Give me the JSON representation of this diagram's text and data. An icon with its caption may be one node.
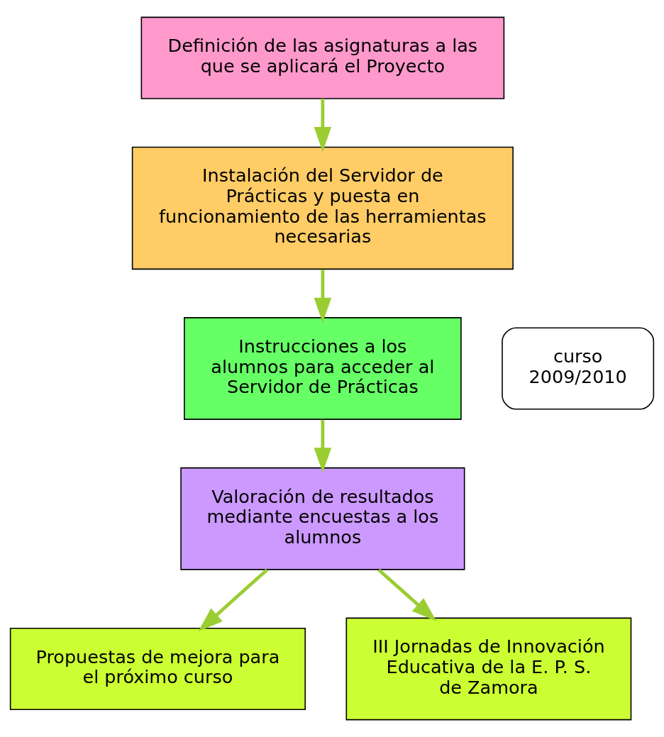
{
  "diagram": {
    "nodes": [
      {
        "text": [
          "Definición de las asignaturas a las que se aplicará el Proyecto"
        ]
      },
      {
        "text": [
          "Instalación del Servidor de Prácticas y puesta en funcionamiento de las herramientas necesarias"
        ]
      },
      {
        "text": [
          "Instrucciones a los alumnos para acceder al Servidor de Prácticas"
        ]
      },
      {
        "text": [
          "curso 2009/2010"
        ]
      },
      {
        "text": [
          "Valoración de resultados mediante encuestas a los alumnos"
        ]
      },
      {
        "text": [
          "Propuestas de mejora para el próximo curso"
        ]
      },
      {
        "text": [
          "III Jornadas de Innovación Educativa de la E. P. S. de Zamora"
        ]
      }
    ],
    "edges": [
      {
        "from": 0,
        "to": 1,
        "arrow": "to"
      },
      {
        "from": 1,
        "to": 2,
        "arrow": "to"
      },
      {
        "from": 2,
        "to": 4,
        "arrow": "to"
      },
      {
        "from": 4,
        "to": 5,
        "arrow": "to"
      },
      {
        "from": 4,
        "to": 6,
        "arrow": "to"
      }
    ]
  }
}
